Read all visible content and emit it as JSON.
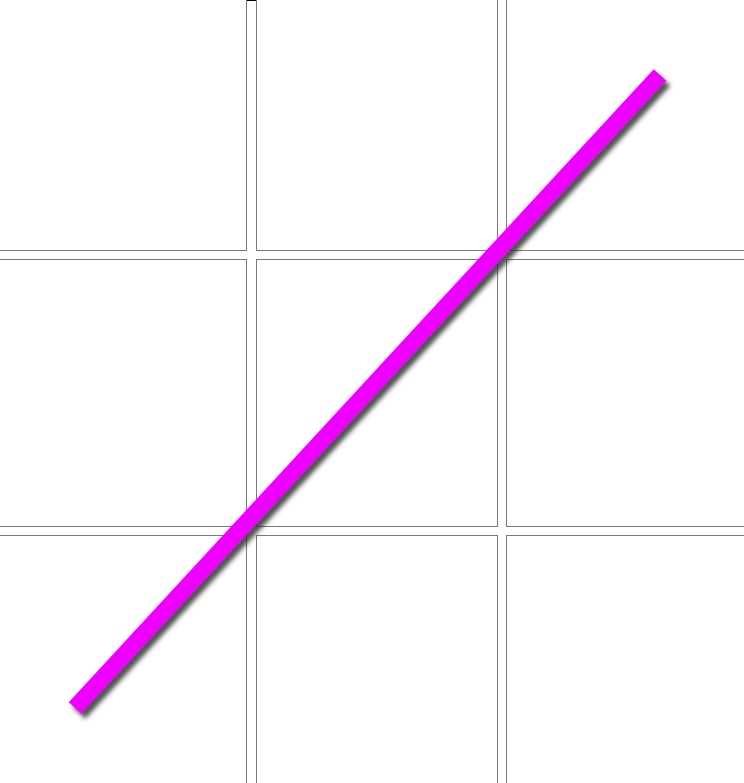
{
  "game": {
    "board_rows": 3,
    "board_cols": 3,
    "cells": [
      [
        "",
        "",
        ""
      ],
      [
        "",
        "",
        ""
      ],
      [
        "",
        "",
        ""
      ]
    ],
    "winning_line": {
      "type": "diagonal",
      "from_cell": [
        2,
        0
      ],
      "to_cell": [
        0,
        2
      ],
      "color": "#ee00ff",
      "shadow_color": "#333333"
    },
    "grid_line_color": "#7a7a7a",
    "background_color": "#ffffff"
  }
}
